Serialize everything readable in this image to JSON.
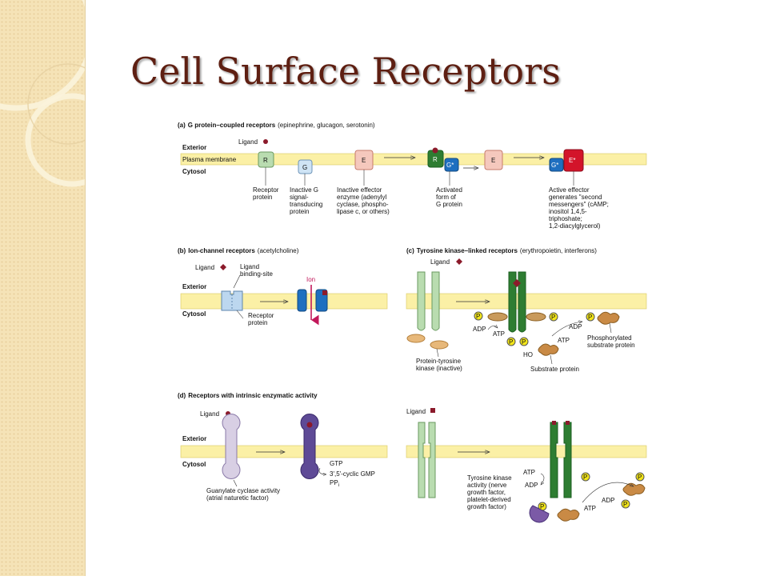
{
  "title": "Cell Surface Receptors",
  "colors": {
    "title": "#5e1f12",
    "membrane": "#fbf0a6",
    "sidebar": "#f5e3b7"
  },
  "panel_a": {
    "label": "(a)",
    "heading": "G protein–coupled receptors",
    "heading_note": "(epinephrine, glucagon, serotonin)",
    "ligand": "Ligand",
    "exterior": "Exterior",
    "membrane": "Plasma membrane",
    "cytosol": "Cytosol",
    "box_R": "R",
    "box_G": "G",
    "box_E": "E",
    "box_Gstar": "G*",
    "box_Estar": "E*",
    "receptor_label": [
      "Receptor",
      "protein"
    ],
    "g_label": [
      "Inactive G",
      "signal-",
      "transducing",
      "protein"
    ],
    "effector_label": [
      "Inactive effector",
      "enzyme (adenylyl",
      "cyclase, phospho-",
      "lipase c, or others)"
    ],
    "activated_label": [
      "Activated",
      "form of",
      "G protein"
    ],
    "active_effector_label": [
      "Active effector",
      "generates \"second",
      "messengers\" (cAMP;",
      "inositol 1,4,5-",
      "triphoshate;",
      "1,2-diacylglycerol)"
    ]
  },
  "panel_b": {
    "label": "(b)",
    "heading": "Ion-channel receptors",
    "heading_note": "(acetylcholine)",
    "ligand": "Ligand",
    "binding_site": [
      "Ligand",
      "binding-site"
    ],
    "exterior": "Exterior",
    "cytosol": "Cytosol",
    "ion": "Ion",
    "receptor_label": [
      "Receptor",
      "protein"
    ]
  },
  "panel_c": {
    "label": "(c)",
    "heading": "Tyrosine kinase–linked receptors",
    "heading_note": "(erythropoietin, interferons)",
    "ligand": "Ligand",
    "kinase_label": [
      "Protein-tyrosine",
      "kinase (inactive)"
    ],
    "p": "P",
    "adp": "ADP",
    "atp": "ATP",
    "ho": "HO",
    "phospho_label": [
      "Phosphorylated",
      "substrate protein"
    ],
    "substrate_label": "Substrate protein"
  },
  "panel_d": {
    "label": "(d)",
    "heading": "Receptors with intrinsic enzymatic activity",
    "ligand": "Ligand",
    "exterior": "Exterior",
    "cytosol": "Cytosol",
    "gtp": "GTP",
    "cgmp": "3',5'-cyclic GMP",
    "ppi": "PP",
    "ppi_sub": "i",
    "guanylate_label": [
      "Guanylate cyclase activity",
      "(atrial naturetic factor)"
    ]
  },
  "panel_e": {
    "ligand": "Ligand",
    "p": "P",
    "atp": "ATP",
    "adp": "ADP",
    "tk_label": [
      "Tyrosine kinase",
      "activity (nerve",
      "growth factor,",
      "platelet-derived",
      "growth factor)"
    ]
  }
}
